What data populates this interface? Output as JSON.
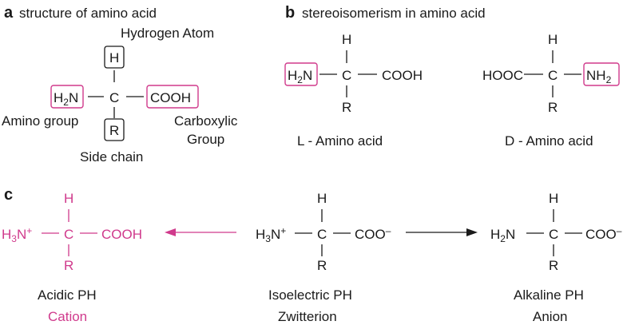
{
  "colors": {
    "accent": "#d03a8c",
    "text": "#1a1a1a"
  },
  "panel_a": {
    "letter": "a",
    "title": "structure of amino acid",
    "hydrogen_label": "Hydrogen Atom",
    "H": "H",
    "amine": "H",
    "amine_sub": "2",
    "amine_N": "N",
    "C": "C",
    "COOH": "COOH",
    "R": "R",
    "amino_group_label": "Amino group",
    "carboxylic_label_1": "Carboxylic",
    "carboxylic_label_2": "Group",
    "side_chain_label": "Side chain"
  },
  "panel_b": {
    "letter": "b",
    "title": "stereoisomerism in amino acid",
    "L": {
      "H": "H",
      "amine": "H",
      "amine_sub": "2",
      "amine_N": "N",
      "C": "C",
      "COOH": "COOH",
      "R": "R",
      "label": "L - Amino acid"
    },
    "D": {
      "H": "H",
      "HOOC": "HOOC",
      "C": "C",
      "amine": "NH",
      "amine_sub": "2",
      "R": "R",
      "label": "D - Amino acid"
    }
  },
  "panel_c": {
    "letter": "c",
    "acidic": {
      "H": "H",
      "left": "H",
      "left_sub": "3",
      "left_N": "N",
      "left_sup": "+",
      "C": "C",
      "right": "COOH",
      "R": "R",
      "label": "Acidic PH",
      "species": "Cation"
    },
    "iso": {
      "H": "H",
      "left": "H",
      "left_sub": "3",
      "left_N": "N",
      "left_sup": "+",
      "C": "C",
      "right": "COO",
      "right_sup": "–",
      "R": "R",
      "label": "Isoelectric PH",
      "species": "Zwitterion"
    },
    "alkaline": {
      "H": "H",
      "left": "H",
      "left_sub": "2",
      "left_N": "N",
      "C": "C",
      "right": "COO",
      "right_sup": "–",
      "R": "R",
      "label": "Alkaline PH",
      "species": "Anion"
    }
  }
}
